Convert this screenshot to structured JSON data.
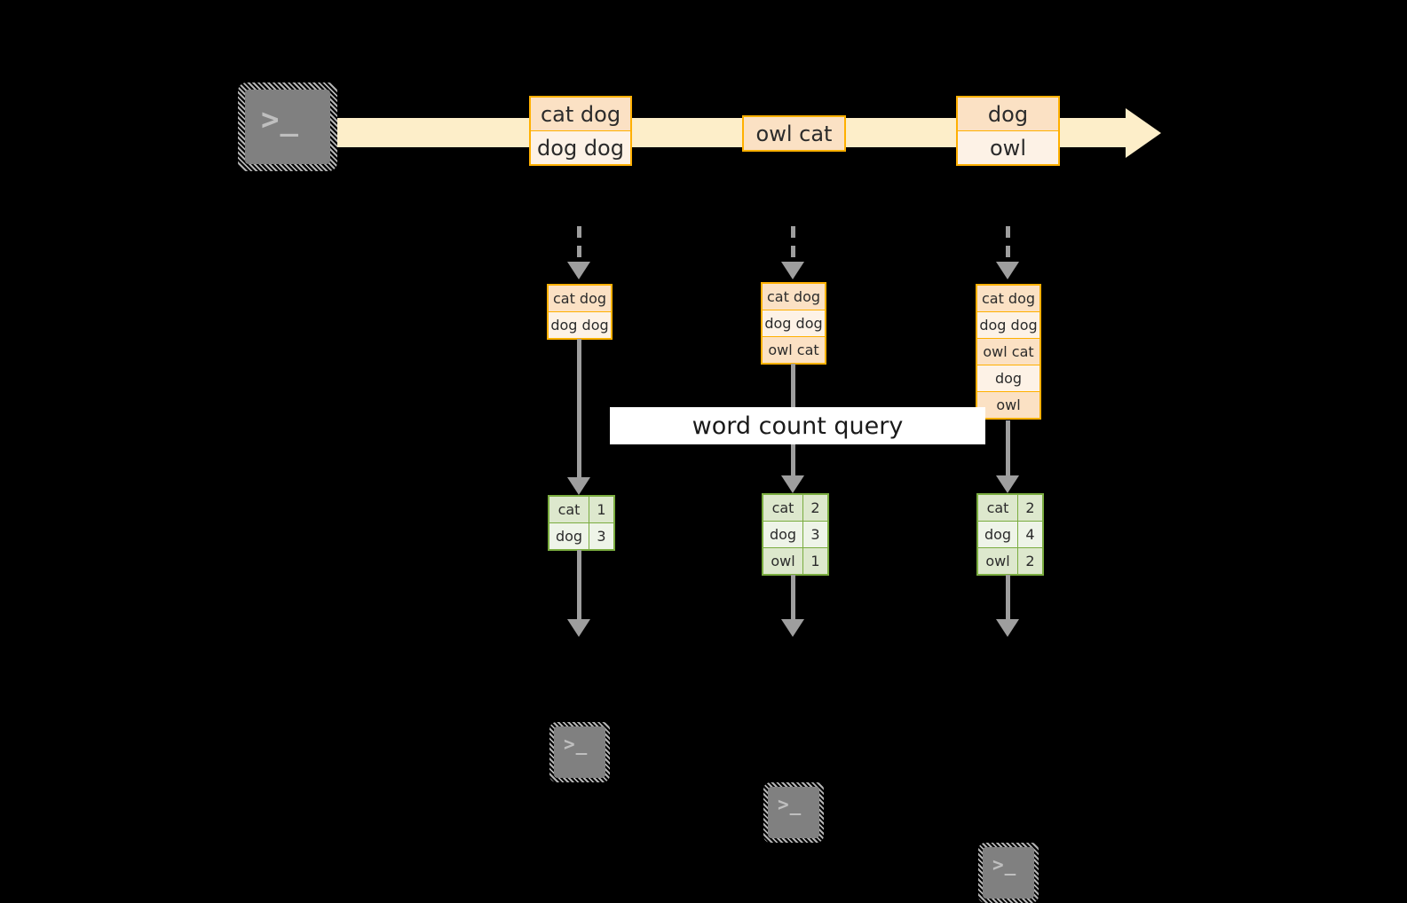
{
  "diagram": {
    "title_label": "word count query",
    "colors": {
      "stream_band": "#fdeec9",
      "message_border": "#ffb000",
      "message_fill_dark": "#fbe1c4",
      "message_fill_light": "#fdf2e6",
      "result_border": "#7aac3f",
      "result_fill_dark": "#dde8cd",
      "result_fill_light": "#eef4e8",
      "terminal_fill": "#808080",
      "arrow_gray": "#9e9e9e",
      "label_bg": "#ffffff",
      "background": "#000000"
    },
    "producer": {
      "icon": "terminal-icon",
      "glyph": ">_"
    },
    "stream": {
      "messages": [
        {
          "id": "message-group-1",
          "rows": [
            {
              "text": "cat dog",
              "shade": "dark"
            },
            {
              "text": "dog dog",
              "shade": "light"
            }
          ]
        },
        {
          "id": "message-group-2",
          "rows": [
            {
              "text": "owl cat",
              "shade": "dark"
            }
          ]
        },
        {
          "id": "message-group-3",
          "rows": [
            {
              "text": "dog",
              "shade": "dark"
            },
            {
              "text": "owl",
              "shade": "light"
            }
          ]
        }
      ]
    },
    "snapshots": [
      {
        "id": "snapshot-1",
        "rows": [
          {
            "text": "cat dog",
            "shade": "dark"
          },
          {
            "text": "dog dog",
            "shade": "light"
          }
        ]
      },
      {
        "id": "snapshot-2",
        "rows": [
          {
            "text": "cat dog",
            "shade": "dark"
          },
          {
            "text": "dog dog",
            "shade": "light"
          },
          {
            "text": "owl cat",
            "shade": "dark"
          }
        ]
      },
      {
        "id": "snapshot-3",
        "rows": [
          {
            "text": "cat dog",
            "shade": "dark"
          },
          {
            "text": "dog dog",
            "shade": "light"
          },
          {
            "text": "owl cat",
            "shade": "dark"
          },
          {
            "text": "dog",
            "shade": "light"
          },
          {
            "text": "owl",
            "shade": "dark"
          }
        ]
      }
    ],
    "results": [
      {
        "id": "result-1",
        "rows": [
          {
            "word": "cat",
            "count": "1",
            "shade": "dark"
          },
          {
            "word": "dog",
            "count": "3",
            "shade": "light"
          }
        ]
      },
      {
        "id": "result-2",
        "rows": [
          {
            "word": "cat",
            "count": "2",
            "shade": "dark"
          },
          {
            "word": "dog",
            "count": "3",
            "shade": "light"
          },
          {
            "word": "owl",
            "count": "1",
            "shade": "dark"
          }
        ]
      },
      {
        "id": "result-3",
        "rows": [
          {
            "word": "cat",
            "count": "2",
            "shade": "dark"
          },
          {
            "word": "dog",
            "count": "4",
            "shade": "light"
          },
          {
            "word": "owl",
            "count": "2",
            "shade": "dark"
          }
        ]
      }
    ],
    "consumers": [
      {
        "id": "consumer-1",
        "icon": "terminal-icon",
        "glyph": ">_"
      },
      {
        "id": "consumer-2",
        "icon": "terminal-icon",
        "glyph": ">_"
      },
      {
        "id": "consumer-3",
        "icon": "terminal-icon",
        "glyph": ">_"
      }
    ]
  }
}
